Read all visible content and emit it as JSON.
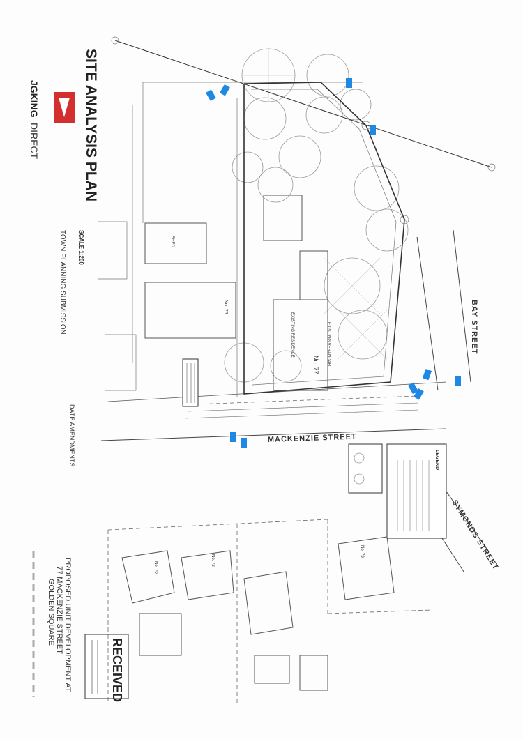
{
  "title_block": {
    "brand_prefix": "JGKING",
    "brand_suffix": "DIRECT",
    "plan_title": "SITE ANALYSIS PLAN",
    "scale": "SCALE 1:200",
    "status": "TOWN PLANNING SUBMISSION",
    "amendments": "DATE    AMENDMENTS",
    "project_line1": "PROPOSED UNIT DEVELOPMENT AT",
    "project_line2": "77 MACKENZIE STREET",
    "project_line3": "GOLDEN SQUARE",
    "received": "RECEIVED"
  },
  "streets": {
    "mackenzie": "MACKENZIE   STREET",
    "bay": "BAY    STREET",
    "symonds": "SYMONDS   STREET"
  },
  "labels": {
    "lot_no77": "No. 77",
    "existing_residence": "EXISTING RESIDENCE",
    "existing_verandah": "EXISTING VERANDAH",
    "shed": "SHED",
    "no75": "No. 75",
    "no73": "No. 73",
    "no72": "No. 72",
    "no70": "No. 70"
  },
  "legend": {
    "heading": "LEGEND"
  },
  "colors": {
    "brand_red": "#d32f2f",
    "arrow_blue": "#1e88e5"
  }
}
